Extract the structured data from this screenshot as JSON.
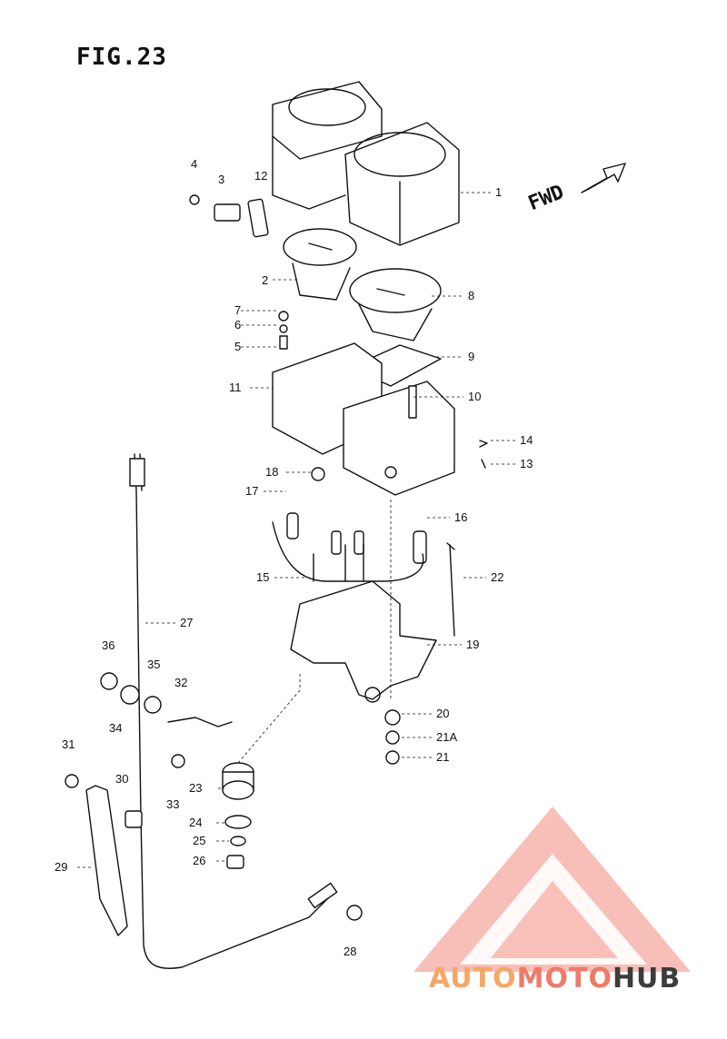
{
  "figure": {
    "title": "FIG.23"
  },
  "direction": {
    "label": "FWD"
  },
  "callouts": [
    {
      "id": "c1",
      "label": "1"
    },
    {
      "id": "c2",
      "label": "2"
    },
    {
      "id": "c3",
      "label": "3"
    },
    {
      "id": "c4",
      "label": "4"
    },
    {
      "id": "c5",
      "label": "5"
    },
    {
      "id": "c6",
      "label": "6"
    },
    {
      "id": "c7",
      "label": "7"
    },
    {
      "id": "c8",
      "label": "8"
    },
    {
      "id": "c9",
      "label": "9"
    },
    {
      "id": "c10",
      "label": "10"
    },
    {
      "id": "c11",
      "label": "11"
    },
    {
      "id": "c12",
      "label": "12"
    },
    {
      "id": "c13",
      "label": "13"
    },
    {
      "id": "c14",
      "label": "14"
    },
    {
      "id": "c15",
      "label": "15"
    },
    {
      "id": "c16",
      "label": "16"
    },
    {
      "id": "c17",
      "label": "17"
    },
    {
      "id": "c18",
      "label": "18"
    },
    {
      "id": "c19",
      "label": "19"
    },
    {
      "id": "c20",
      "label": "20"
    },
    {
      "id": "c21a",
      "label": "21A"
    },
    {
      "id": "c21",
      "label": "21"
    },
    {
      "id": "c22",
      "label": "22"
    },
    {
      "id": "c23",
      "label": "23"
    },
    {
      "id": "c24",
      "label": "24"
    },
    {
      "id": "c25",
      "label": "25"
    },
    {
      "id": "c26",
      "label": "26"
    },
    {
      "id": "c27",
      "label": "27"
    },
    {
      "id": "c28",
      "label": "28"
    },
    {
      "id": "c29",
      "label": "29"
    },
    {
      "id": "c30",
      "label": "30"
    },
    {
      "id": "c31",
      "label": "31"
    },
    {
      "id": "c32",
      "label": "32"
    },
    {
      "id": "c33",
      "label": "33"
    },
    {
      "id": "c34",
      "label": "34"
    },
    {
      "id": "c35",
      "label": "35"
    },
    {
      "id": "c36",
      "label": "36"
    }
  ],
  "watermark": {
    "part1": "AUTO",
    "part2": "MOTO",
    "part3": "HUB"
  },
  "colors": {
    "ink": "#111111",
    "watermark_light": "#f4a766",
    "watermark_red": "#ee7b69",
    "watermark_dark": "#3c3c3c",
    "logo_triangle": "#f6a8a0"
  }
}
